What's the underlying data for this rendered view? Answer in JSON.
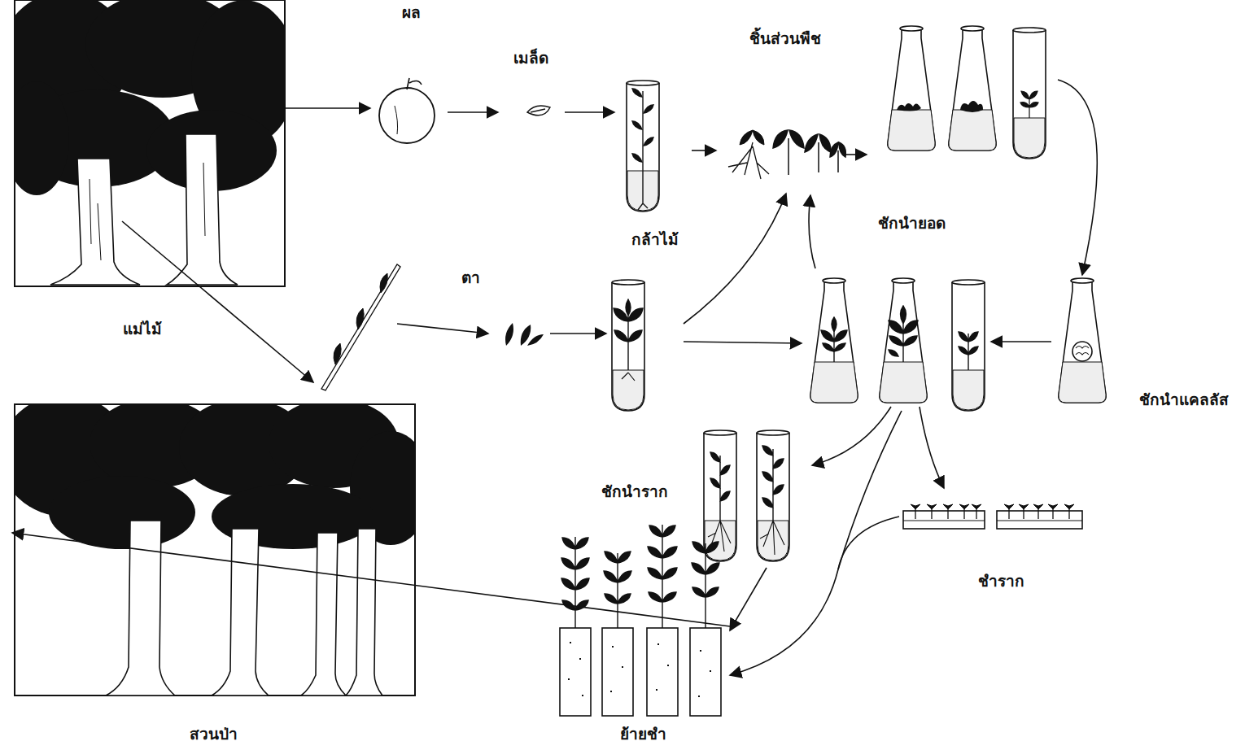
{
  "diagram": {
    "nodes": [
      {
        "text": [
          "แม่ไม้"
        ]
      },
      {
        "text": [
          "ผล"
        ]
      },
      {
        "text": [
          "เมล็ด"
        ]
      },
      {
        "text": [
          "กล้าไม้"
        ]
      },
      {
        "text": [
          "ชิ้นส่วนพืช"
        ]
      },
      {
        "text": [
          "ชักนำยอด"
        ]
      },
      {
        "text": [
          "ตา"
        ]
      },
      {
        "text": [
          "ชักนำแคลลัส"
        ]
      },
      {
        "text": [
          "ชักนำราก"
        ]
      },
      {
        "text": [
          "ชำราก"
        ]
      },
      {
        "text": [
          "ย้ายชำ"
        ]
      },
      {
        "text": [
          "สวนป่า"
        ]
      }
    ],
    "edges": [
      {
        "from": 0,
        "to": 1,
        "arrow": "to"
      },
      {
        "from": 1,
        "to": 2,
        "arrow": "to"
      },
      {
        "from": 2,
        "to": 3,
        "arrow": "to"
      },
      {
        "from": 3,
        "to": 4,
        "arrow": "to"
      },
      {
        "from": 4,
        "to": 5,
        "arrow": "to"
      },
      {
        "from": 5,
        "to": 7,
        "arrow": "to"
      },
      {
        "from": 8,
        "to": 10,
        "arrow": "to"
      },
      {
        "from": 9,
        "to": 10,
        "arrow": "to"
      },
      {
        "from": 10,
        "to": 11,
        "arrow": "to"
      }
    ]
  }
}
